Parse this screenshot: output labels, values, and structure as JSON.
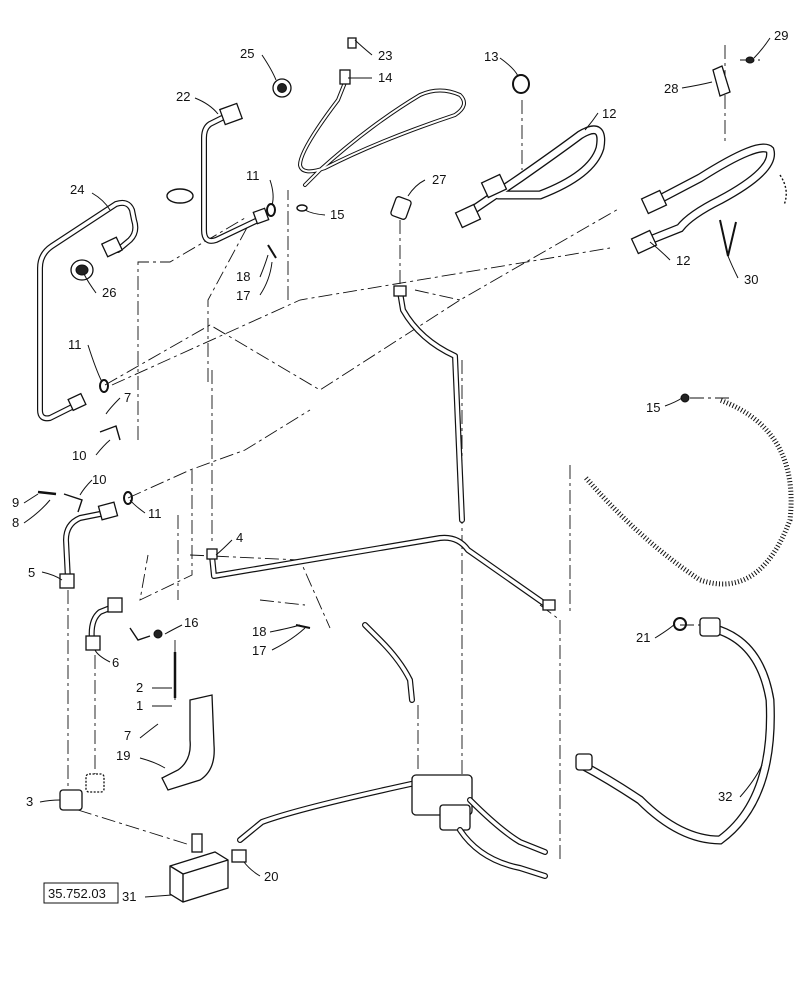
{
  "diagram": {
    "callouts": {
      "c1": "1",
      "c2": "2",
      "c3": "3",
      "c4": "4",
      "c5": "5",
      "c6": "6",
      "c7a": "7",
      "c7b": "7",
      "c8": "8",
      "c9": "9",
      "c10a": "10",
      "c10b": "10",
      "c11a": "11",
      "c11b": "11",
      "c11c": "11",
      "c12a": "12",
      "c12b": "12",
      "c13": "13",
      "c14": "14",
      "c15a": "15",
      "c15b": "15",
      "c16": "16",
      "c17a": "17",
      "c17b": "17",
      "c18a": "18",
      "c18b": "18",
      "c19": "19",
      "c20": "20",
      "c21": "21",
      "c22": "22",
      "c23": "23",
      "c24": "24",
      "c25": "25",
      "c26": "26",
      "c27": "27",
      "c28": "28",
      "c29": "29",
      "c30": "30",
      "c31": "31",
      "c32": "32"
    },
    "reference_box": "35.752.03"
  }
}
